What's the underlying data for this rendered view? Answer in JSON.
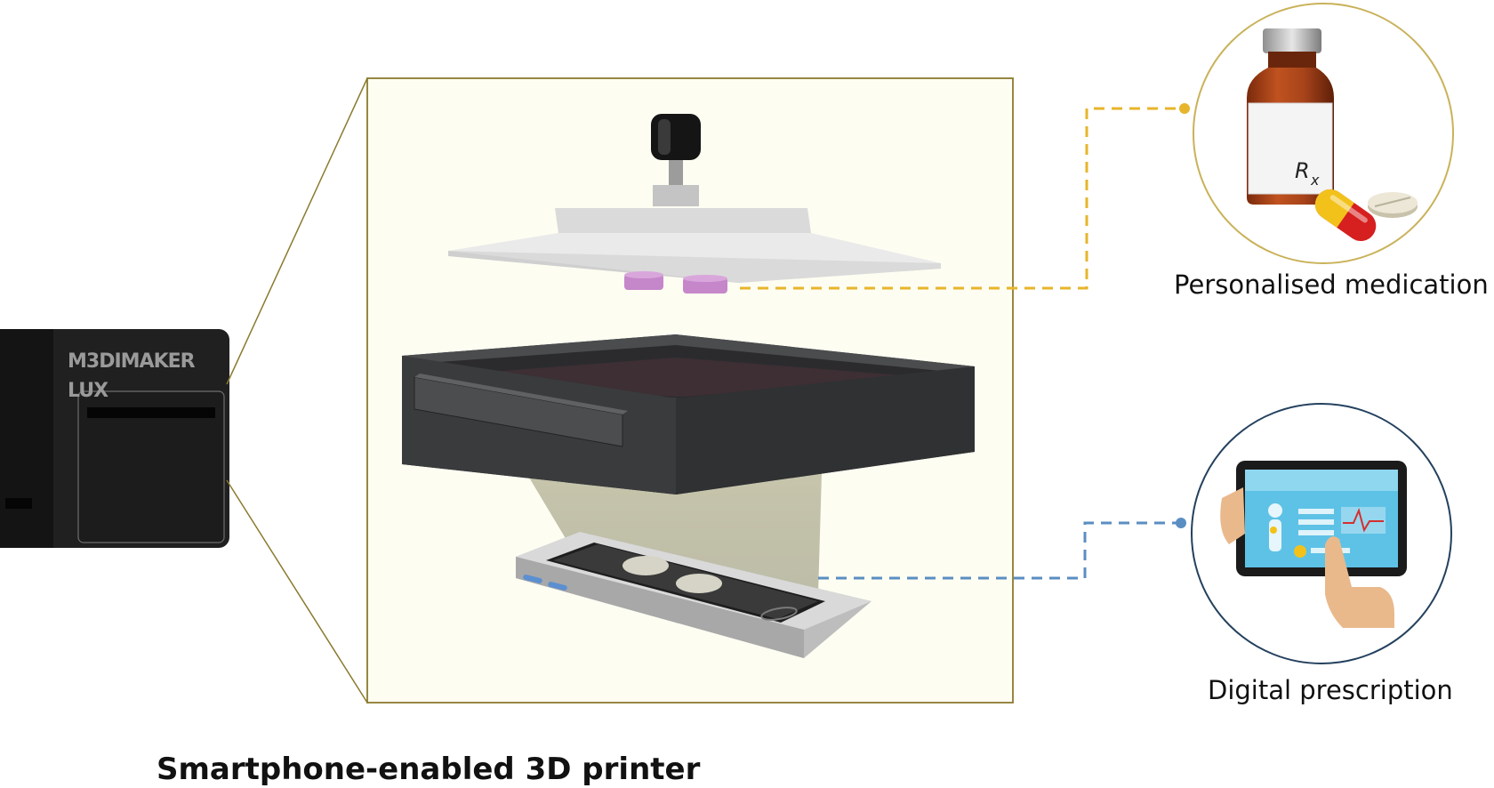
{
  "printer": {
    "brand_line1": "M3DIMAKER",
    "brand_line2": "LUX"
  },
  "labels": {
    "personalised_medication": "Personalised medication",
    "digital_prescription": "Digital prescription",
    "main_title": "Smartphone-enabled 3D printer"
  },
  "prescription_symbol": {
    "main": "R",
    "sub": "x"
  },
  "colors": {
    "frame_border": "#8a7a2e",
    "frame_fill": "#fdfdf2",
    "medication_link": "#e7b52b",
    "prescription_link": "#5a8ec2",
    "medication_circle": "#c9b25a",
    "prescription_circle": "#24415e"
  },
  "icons": [
    "printer-icon",
    "build-platform-icon",
    "resin-vat-icon",
    "smartphone-icon",
    "medicine-bottle-icon",
    "capsule-icon",
    "tablet-pill-icon",
    "tablet-device-icon",
    "hand-icon"
  ]
}
